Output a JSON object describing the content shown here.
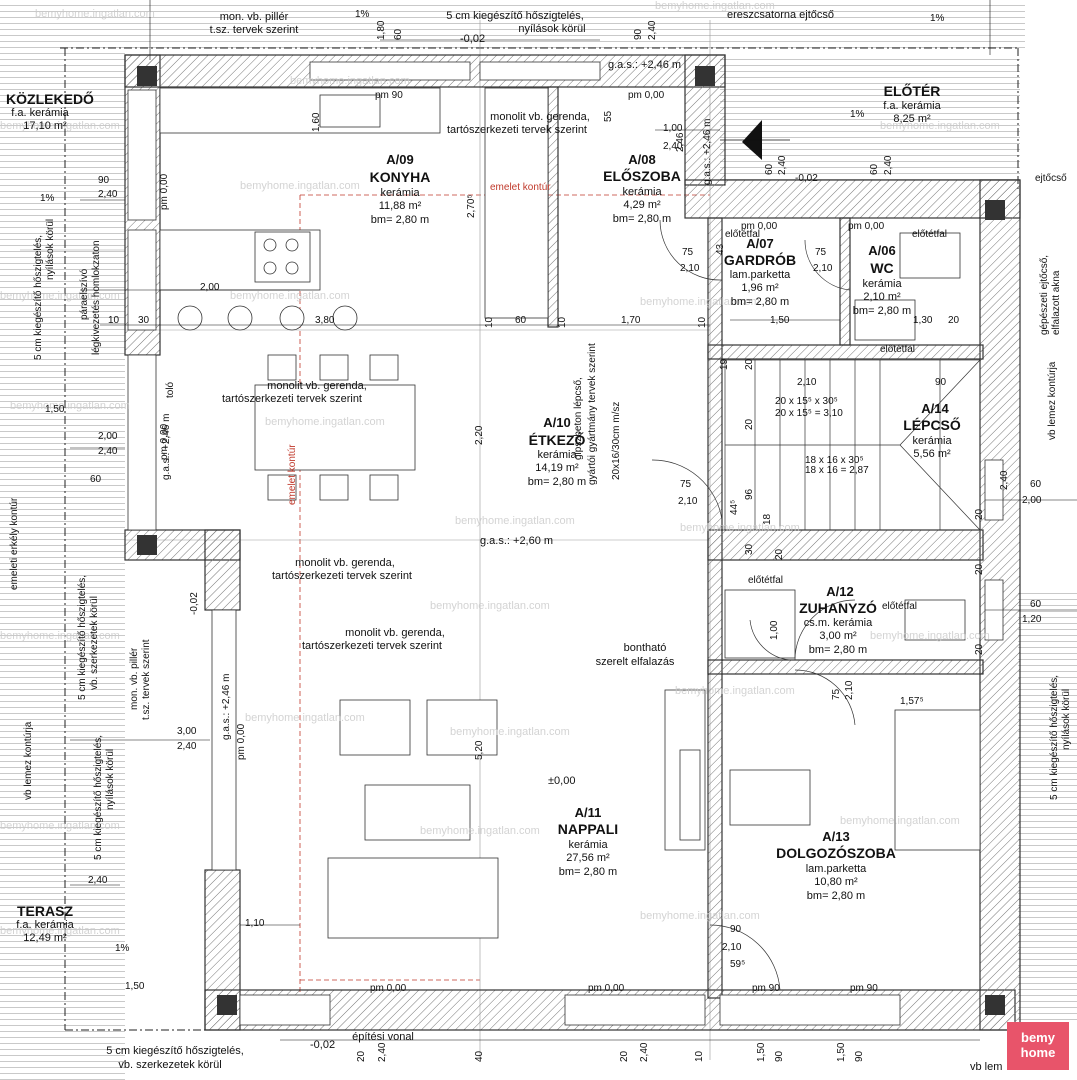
{
  "rooms": [
    {
      "id": "A/09",
      "name": "KONYHA",
      "material": "kerámia",
      "area": "11,88 m²",
      "height": "bm= 2,80 m"
    },
    {
      "id": "A/08",
      "name": "ELŐSZOBA",
      "material": "kerámia",
      "area": "4,29 m²",
      "height": "bm= 2,80 m"
    },
    {
      "id": "A/07",
      "name": "GARDRÓB",
      "material": "lam.parketta",
      "area": "1,96 m²",
      "height": "bm= 2,80 m"
    },
    {
      "id": "A/06",
      "name": "WC",
      "material": "kerámia",
      "area": "2,10 m²",
      "height": "bm= 2,80 m"
    },
    {
      "id": "A/10",
      "name": "ÉTKEZŐ",
      "material": "kerámia",
      "area": "14,19 m²",
      "height": "bm= 2,80 m"
    },
    {
      "id": "A/14",
      "name": "LÉPCSŐ",
      "material": "kerámia",
      "area": "5,56 m²",
      "height": ""
    },
    {
      "id": "A/12",
      "name": "ZUHANYZÓ",
      "material": "cs.m. kerámia",
      "area": "3,00 m²",
      "height": "bm= 2,80 m"
    },
    {
      "id": "A/11",
      "name": "NAPPALI",
      "material": "kerámia",
      "area": "27,56 m²",
      "height": "bm= 2,80 m"
    },
    {
      "id": "A/13",
      "name": "DOLGOZÓSZOBA",
      "material": "lam.parketta",
      "area": "10,80 m²",
      "height": "bm= 2,80 m"
    }
  ],
  "outside": [
    {
      "name": "KÖZLEKEDŐ",
      "material": "f.a. kerámia",
      "area": "17,10 m²"
    },
    {
      "name": "ELŐTÉR",
      "material": "f.a. kerámia",
      "area": "8,25 m²"
    },
    {
      "name": "TERASZ",
      "material": "f.a. kerámia",
      "area": "12,49 m²"
    }
  ],
  "notes": {
    "pillar": "mon. vb. pillér",
    "pillar2": "t.sz. tervek szerint",
    "insul_top1": "5 cm kiegészítő hőszigtelés,",
    "insul_top2": "nyílások körül",
    "gutter": "ereszcsatorna ejtőcső",
    "beam1": "monolit vb. gerenda,",
    "beam2": "tartószerkezeti tervek szerint",
    "emelet": "emelet kontúr",
    "stairs1": "gipszbeton lépcső,",
    "stairs2": "gyártói gyártmány tervek szerint",
    "stairs3": "20x16/30cm m/sz",
    "stair_a1": "20 x 15⁵ x 30⁵",
    "stair_a2": "20 x 15⁵ = 3,10",
    "stair_b1": "18 x 16 x 30⁵",
    "stair_b2": "18 x 16 = 2,87",
    "gas246": "g.a.s.: +2,46 m",
    "gas260": "g.a.s.: +2,60 m",
    "zero": "±0,00",
    "removable1": "bontható",
    "removable2": "szerelt elfalazás",
    "elotetfal": "előtétfal",
    "ejtocso": "ejtőcső",
    "gepeszeti1": "gépészeti ejtőcső,",
    "gepeszeti2": "elfalazott akna",
    "vblemez": "vb lemez kontúrja",
    "insul_left1": "5 cm kiegészítő hőszigtelés,",
    "insul_left2": "nyílások körül",
    "paraelsz1": "páraelszívó",
    "paraelsz2": "légkivezetés homlokzaton",
    "tolo": "toló",
    "erkely": "emeleti erkély kontúr",
    "vbszerk": "vb. szerkezetek körül",
    "epitesi": "építési vonal",
    "insul_bottom": "5 cm kiegészítő hőszigtelés,",
    "insul_bottom2": "vb. szerkezetek körül",
    "pm000": "pm 0,00",
    "pm90": "pm 90",
    "slope": "1%",
    "vblem_b": "vb lem"
  },
  "dims": {
    "d_minus002": "-0,02",
    "d_246": "2,46",
    "d_160": "1,60",
    "d_55": "55",
    "d_100": "1,00",
    "d_240": "2,40",
    "d_200": "2,00",
    "d_10": "10",
    "d_30": "30",
    "d_380": "3,80",
    "d_60": "60",
    "d_170": "1,70",
    "d_75": "75",
    "d_210": "2,10",
    "d_150": "1,50",
    "d_130": "1,30",
    "d_20": "20",
    "d_90": "90",
    "d_43": "43",
    "d_270": "2,70⁵",
    "d_220": "2,20",
    "d_520": "5,20",
    "d_300": "3,00",
    "d_110": "1,10",
    "d_1575": "1,57⁵",
    "d_595": "59⁵",
    "d_120": "1,20",
    "d_180": "1,80",
    "d_40": "40",
    "d_445": "44⁵",
    "d_96": "96",
    "d_19": "19",
    "d_18": "18"
  },
  "watermark": "bemyhome.ingatlan.com",
  "logo": {
    "line1": "bemy",
    "line2": "home"
  },
  "colors": {
    "wall": "#555555",
    "hatch": "#888888",
    "dash": "#222222",
    "red": "#c0392b",
    "logo": "#e8546a"
  }
}
